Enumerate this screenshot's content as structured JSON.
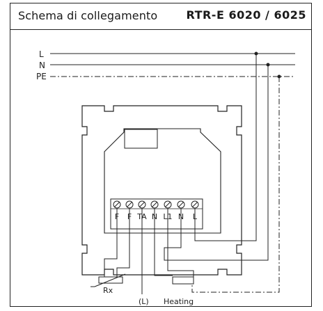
{
  "header": {
    "title": "Schema di collegamento",
    "model": "RTR-E 6020 / 6025"
  },
  "lines": {
    "l": "L",
    "n": "N",
    "pe": "PE"
  },
  "terminals": [
    "F",
    "F",
    "TA",
    "N",
    "L1",
    "N",
    "L"
  ],
  "labels": {
    "rx": "Rx",
    "l_paren": "(L)",
    "heating": "Heating"
  }
}
